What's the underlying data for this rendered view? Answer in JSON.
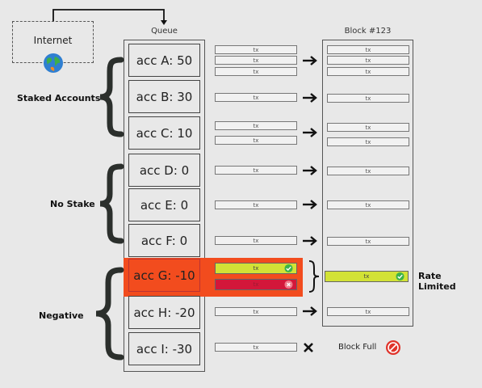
{
  "internet": {
    "label": "Internet",
    "icon": "globe-icon"
  },
  "queue": {
    "title": "Queue",
    "accounts": [
      {
        "label": "acc A: 50"
      },
      {
        "label": "acc B: 30"
      },
      {
        "label": "acc C: 10"
      },
      {
        "label": "acc D: 0"
      },
      {
        "label": "acc E: 0"
      },
      {
        "label": "acc F: 0"
      },
      {
        "label": "acc G: -10"
      },
      {
        "label": "acc H: -20"
      },
      {
        "label": "acc I: -30"
      }
    ]
  },
  "block": {
    "title": "Block #123"
  },
  "tx_label": "tx",
  "groups": {
    "staked": "Staked Accounts",
    "no_stake": "No Stake",
    "negative": "Negative"
  },
  "annotations": {
    "rate_limited": "Rate Limited",
    "block_full": "Block Full"
  },
  "colors": {
    "highlight": "#f24c1e",
    "accepted": "#d2e236",
    "rejected": "#d3173a",
    "check": "#3cb34a",
    "full": "#e0332a"
  }
}
